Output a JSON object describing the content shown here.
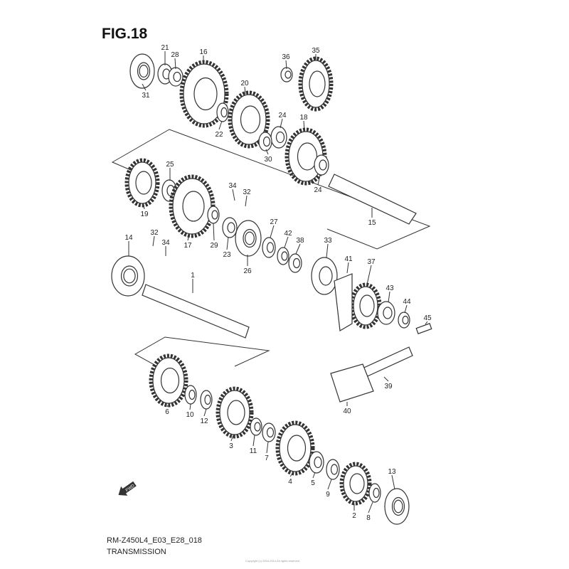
{
  "figure": {
    "title": "FIG.18",
    "model_code": "RM-Z450L4_E03_E28_018",
    "section": "TRANSMISSION",
    "copyright": "Copyright (c) 2004-2014 All rights reserved"
  },
  "arrow_label": "FWD",
  "parts": [
    "31",
    "21",
    "28",
    "16",
    "20",
    "22",
    "36",
    "35",
    "24",
    "18",
    "30",
    "24",
    "15",
    "25",
    "19",
    "34",
    "32",
    "17",
    "29",
    "23",
    "26",
    "27",
    "42",
    "38",
    "33",
    "14",
    "32",
    "34",
    "1",
    "41",
    "37",
    "43",
    "44",
    "45",
    "39",
    "40",
    "6",
    "10",
    "12",
    "3",
    "11",
    "7",
    "4",
    "5",
    "9",
    "2",
    "8",
    "13"
  ]
}
